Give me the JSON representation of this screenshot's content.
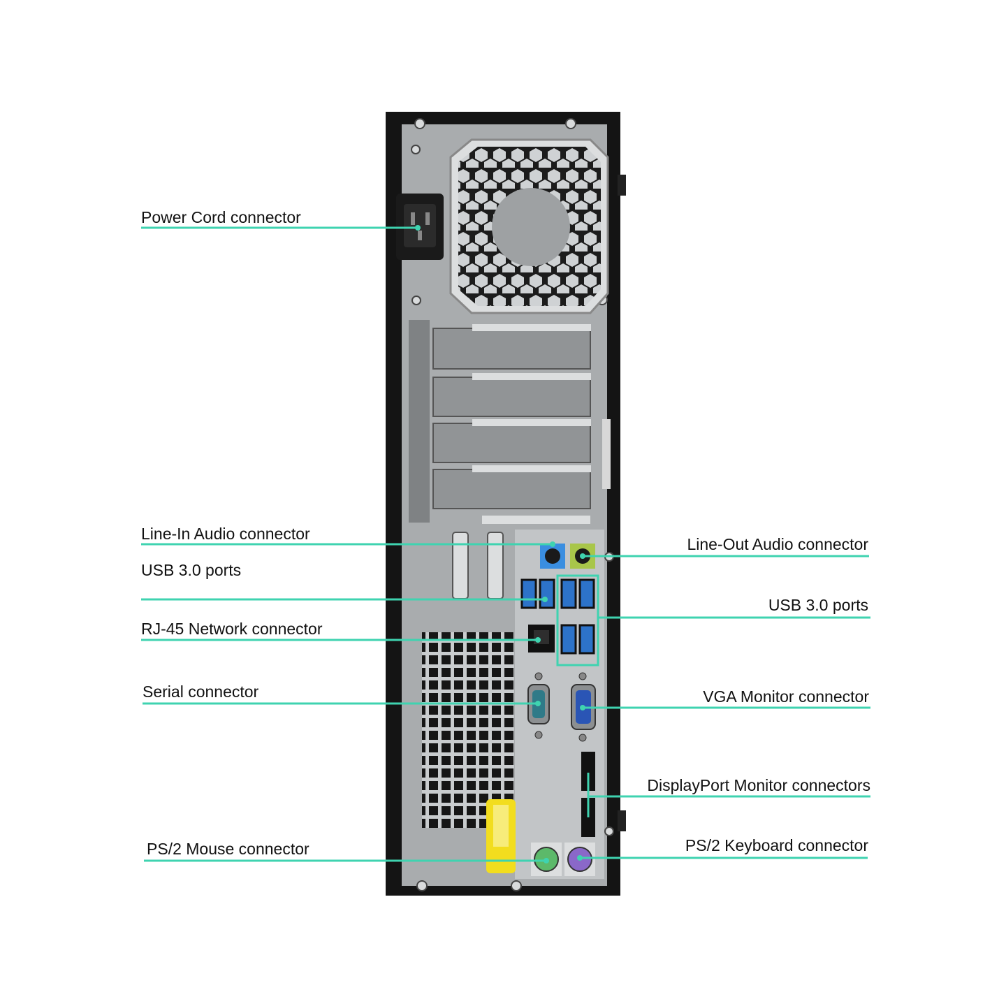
{
  "colors": {
    "leader_line": "#3fd3b0",
    "case": "#141414",
    "panel": "#a9acae",
    "io_panel": "#c2c5c7",
    "line_in": "#3a8ee0",
    "line_out": "#a8c64a",
    "usb": "#2d73c9",
    "ps2_mouse": "#5cb96a",
    "ps2_keyboard": "#8a68c9",
    "sticker": "#f2dd1e"
  },
  "labels": {
    "power_cord": "Power Cord connector",
    "line_in": "Line-In Audio connector",
    "usb_left": "USB 3.0 ports",
    "rj45": "RJ-45 Network connector",
    "serial": "Serial connector",
    "ps2_mouse": "PS/2 Mouse connector",
    "line_out": "Line-Out Audio connector",
    "usb_right": "USB 3.0 ports",
    "vga": "VGA Monitor connector",
    "displayport": "DisplayPort Monitor connectors",
    "ps2_keyboard": "PS/2 Keyboard connector"
  },
  "icons": [
    "fan-grille-icon",
    "power-inlet-icon",
    "ethernet-port-icon",
    "serial-port-icon",
    "vga-port-icon",
    "displayport-icon",
    "ps2-port-icon",
    "usb-port-icon",
    "audio-jack-icon"
  ]
}
